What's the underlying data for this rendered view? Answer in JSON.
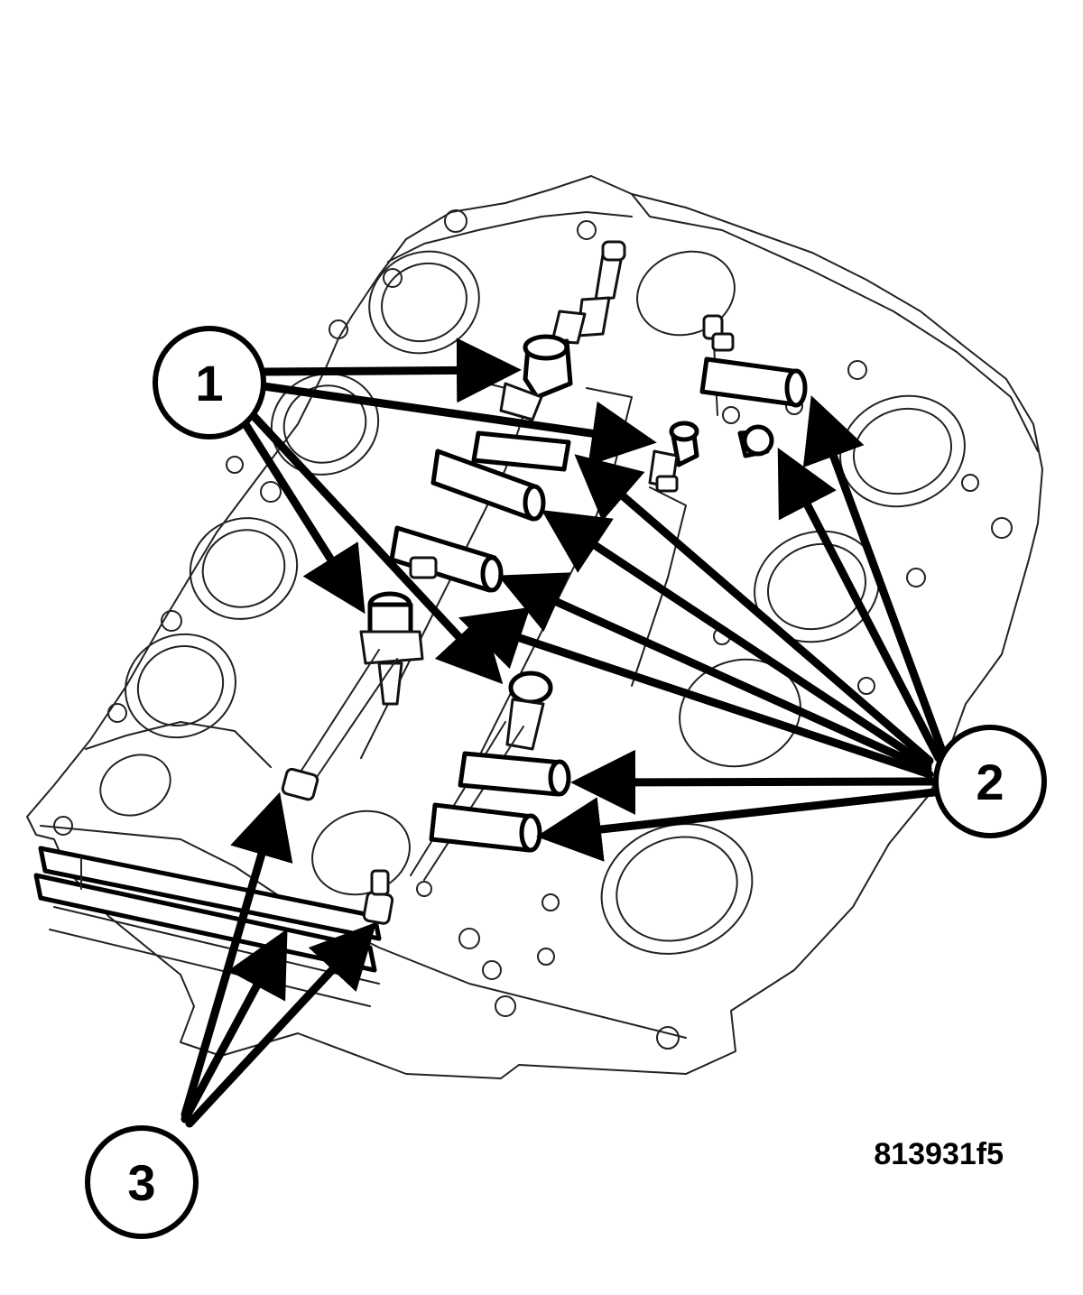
{
  "figure": {
    "code": "813931f5",
    "colors": {
      "ink": "#000000",
      "paper": "#ffffff"
    }
  },
  "callouts": [
    {
      "id": "1",
      "label": "1"
    },
    {
      "id": "2",
      "label": "2"
    },
    {
      "id": "3",
      "label": "3"
    }
  ]
}
